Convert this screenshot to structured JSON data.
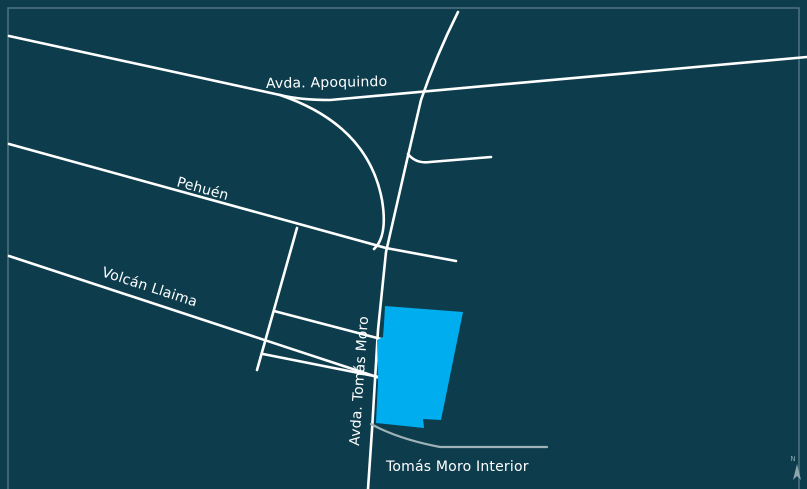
{
  "colors": {
    "background": "#0d3d4d",
    "frame": "#4f7582",
    "road": "#ffffff",
    "secondary_road": "#9fb2b8",
    "property": "#00aeef",
    "compass": "#8ea7ae"
  },
  "streets": {
    "apoquindo": "Avda. Apoquindo",
    "pehuen": "Pehuén",
    "volcan_llaima": "Volcán Llaima",
    "tomas_moro": "Avda. Tomás Moro",
    "tomas_moro_interior": "Tomás Moro Interior"
  },
  "compass": {
    "letter": "N",
    "icon": "north-arrow-icon"
  }
}
